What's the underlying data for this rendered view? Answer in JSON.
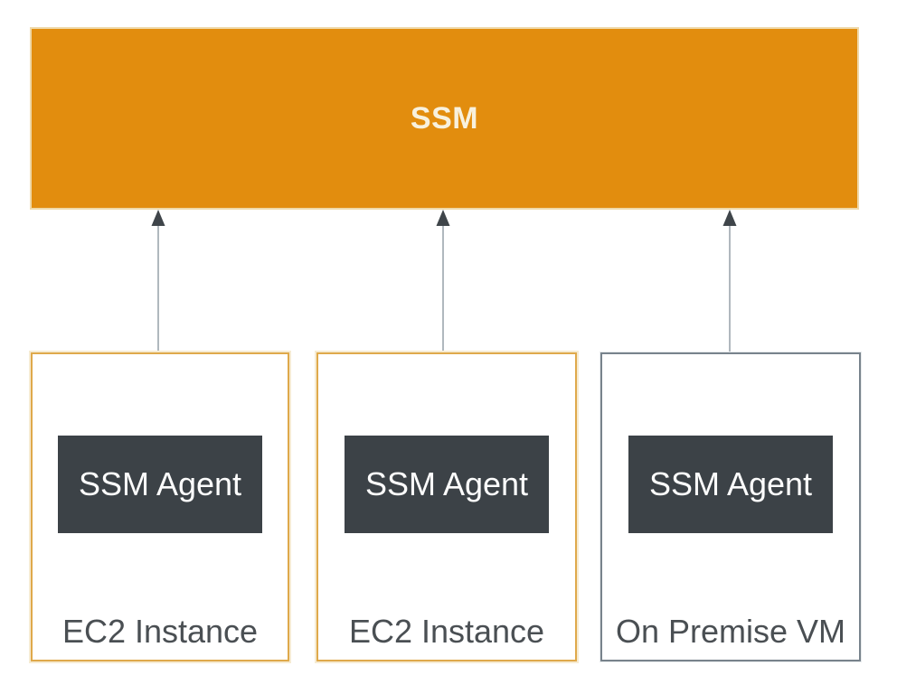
{
  "diagram": {
    "ssm_node": {
      "label": "SSM",
      "fill_color": "#E28D0E",
      "text_color": "#F8F1DD"
    },
    "agent_node": {
      "fill_color": "#3C4247",
      "text_color": "#FDFDFD"
    },
    "instances": [
      {
        "label": "EC2 Instance",
        "agent_label": "SSM Agent",
        "type": "ec2",
        "border_color": "#DFA94B"
      },
      {
        "label": "EC2 Instance",
        "agent_label": "SSM Agent",
        "type": "ec2",
        "border_color": "#DFA94B"
      },
      {
        "label": "On Premise VM",
        "agent_label": "SSM Agent",
        "type": "on-premise",
        "border_color": "#78838C"
      }
    ],
    "connections": [
      {
        "from": "SSM Agent (EC2 Instance 1)",
        "to": "SSM",
        "direction": "up"
      },
      {
        "from": "SSM Agent (EC2 Instance 2)",
        "to": "SSM",
        "direction": "up"
      },
      {
        "from": "SSM Agent (On Premise VM)",
        "to": "SSM",
        "direction": "up"
      }
    ],
    "label_text_color": "#4A4F53",
    "connector_line_color": "#9CA6AD",
    "arrowhead_color": "#3F454A"
  }
}
